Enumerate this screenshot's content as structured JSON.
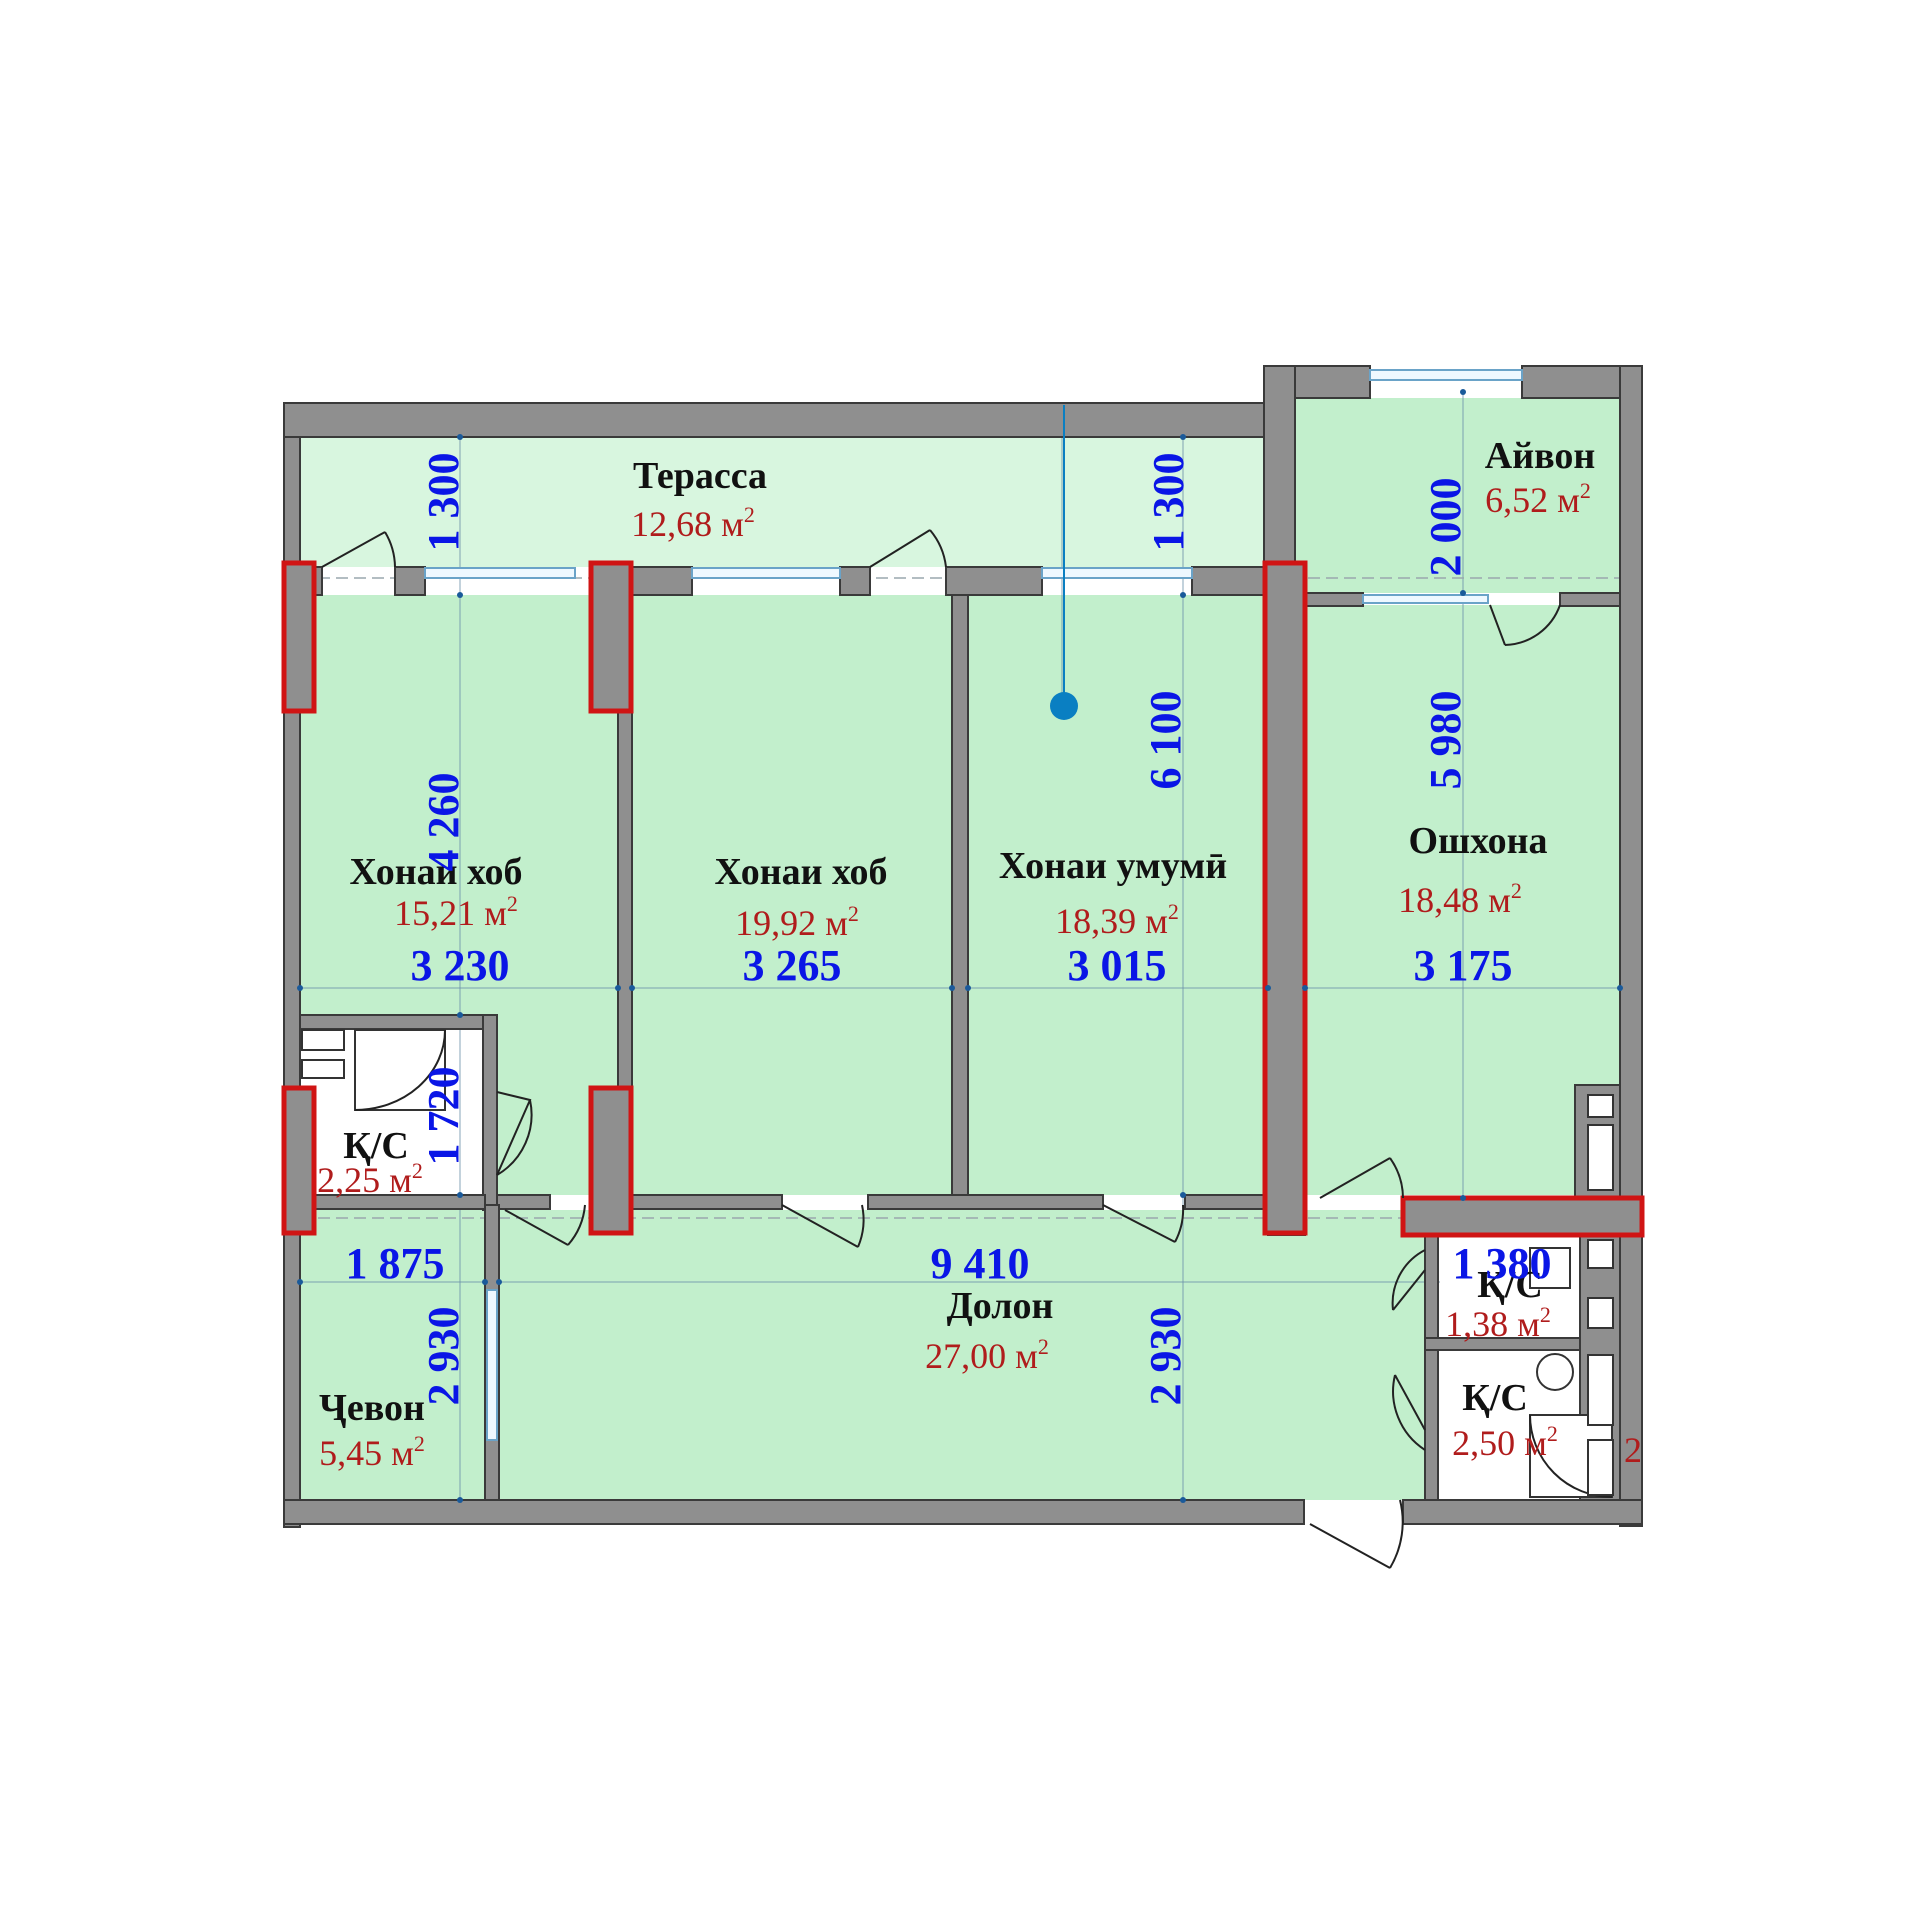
{
  "colors": {
    "room_fill": "#c2efcc",
    "terrace_fill": "#d8f6df",
    "wall": "#8f8f8f",
    "accent_wall": "#d01414",
    "room_label": "#111111",
    "area_label": "#b01c1c",
    "dimension_label": "#0a16e6",
    "marker": "#0a7fc2"
  },
  "rooms": {
    "terrace": {
      "name": "Терасса",
      "area": "12,68 м",
      "unit_sup": "2"
    },
    "balcony": {
      "name": "Айвон",
      "area": "6,52 м",
      "unit_sup": "2"
    },
    "bedroom1": {
      "name": "Хонаи хоб",
      "area": "15,21 м",
      "unit_sup": "2"
    },
    "bedroom2": {
      "name": "Хонаи хоб",
      "area": "19,92 м",
      "unit_sup": "2"
    },
    "living": {
      "name": "Хонаи умумӣ",
      "area": "18,39 м",
      "unit_sup": "2"
    },
    "kitchen": {
      "name": "Ошхона",
      "area": "18,48 м",
      "unit_sup": "2"
    },
    "bath1": {
      "name": "Қ/С",
      "area": "2,25 м",
      "unit_sup": "2"
    },
    "hall": {
      "name": "Долон",
      "area": "27,00 м",
      "unit_sup": "2"
    },
    "closet": {
      "name": "Ҷевон",
      "area": "5,45 м",
      "unit_sup": "2"
    },
    "bath2": {
      "name": "Қ/С",
      "area": "1,38 м",
      "unit_sup": "2"
    },
    "bath3": {
      "name": "Қ/С",
      "area": "2,50 м",
      "unit_sup": "2"
    }
  },
  "dimensions": {
    "terrace_left": "1 300",
    "terrace_right": "1 300",
    "balcony_depth": "2 000",
    "bedroom1_depth": "4 260",
    "living_depth": "6 100",
    "kitchen_depth": "5 980",
    "bedroom1_width": "3 230",
    "bedroom2_width": "3 265",
    "living_width": "3 015",
    "kitchen_width": "3 175",
    "bath1_depth": "1 720",
    "closet_width": "1 875",
    "hall_width": "9 410",
    "bath2_width": "1 380",
    "closet_depth": "2 930",
    "hall_depth": "2 930",
    "edge_fragment": "2"
  }
}
